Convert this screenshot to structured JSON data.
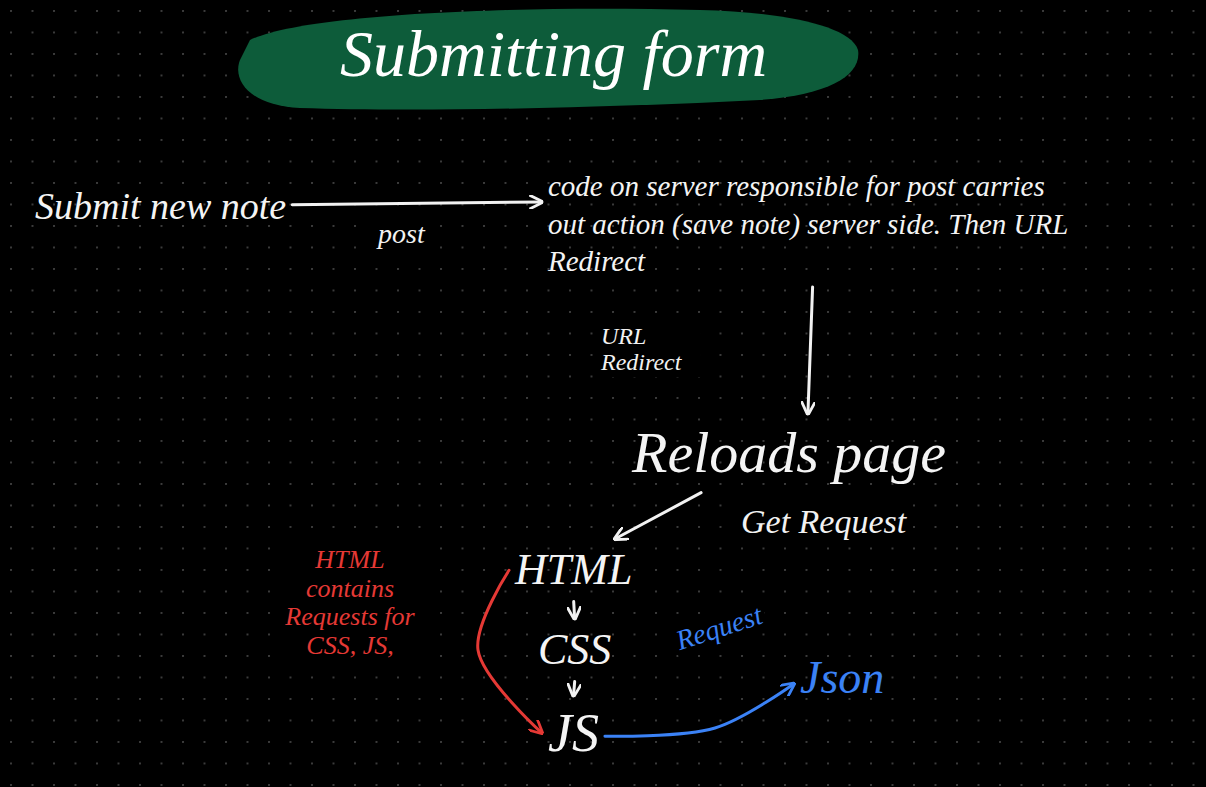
{
  "diagram": {
    "title": "Submitting form",
    "nodes": [
      {
        "text": [
          "Submit new note"
        ]
      },
      {
        "text": [
          "code on server responsible for post carries out action (save note) server side. Then URL Redirect"
        ]
      },
      {
        "text": [
          "Reloads page"
        ]
      },
      {
        "text": [
          "HTML"
        ]
      },
      {
        "text": [
          "CSS"
        ]
      },
      {
        "text": [
          "JS"
        ]
      },
      {
        "text": [
          "Json"
        ]
      }
    ],
    "edges": [
      {
        "from": 0,
        "to": 1,
        "label": "post",
        "arrow": "to"
      },
      {
        "from": 1,
        "to": 2,
        "label": "URL Redirect",
        "arrow": "to"
      },
      {
        "from": 2,
        "to": 3,
        "label": "Get Request",
        "arrow": "to"
      },
      {
        "from": 3,
        "to": 4,
        "arrow": "to"
      },
      {
        "from": 4,
        "to": 5,
        "arrow": "to"
      },
      {
        "from": 3,
        "to": 5,
        "arrow": "to"
      },
      {
        "from": 5,
        "to": 6,
        "label": "Request",
        "arrow": "to"
      }
    ],
    "labels": [
      "HTML contains Requests for CSS, JS,"
    ]
  }
}
